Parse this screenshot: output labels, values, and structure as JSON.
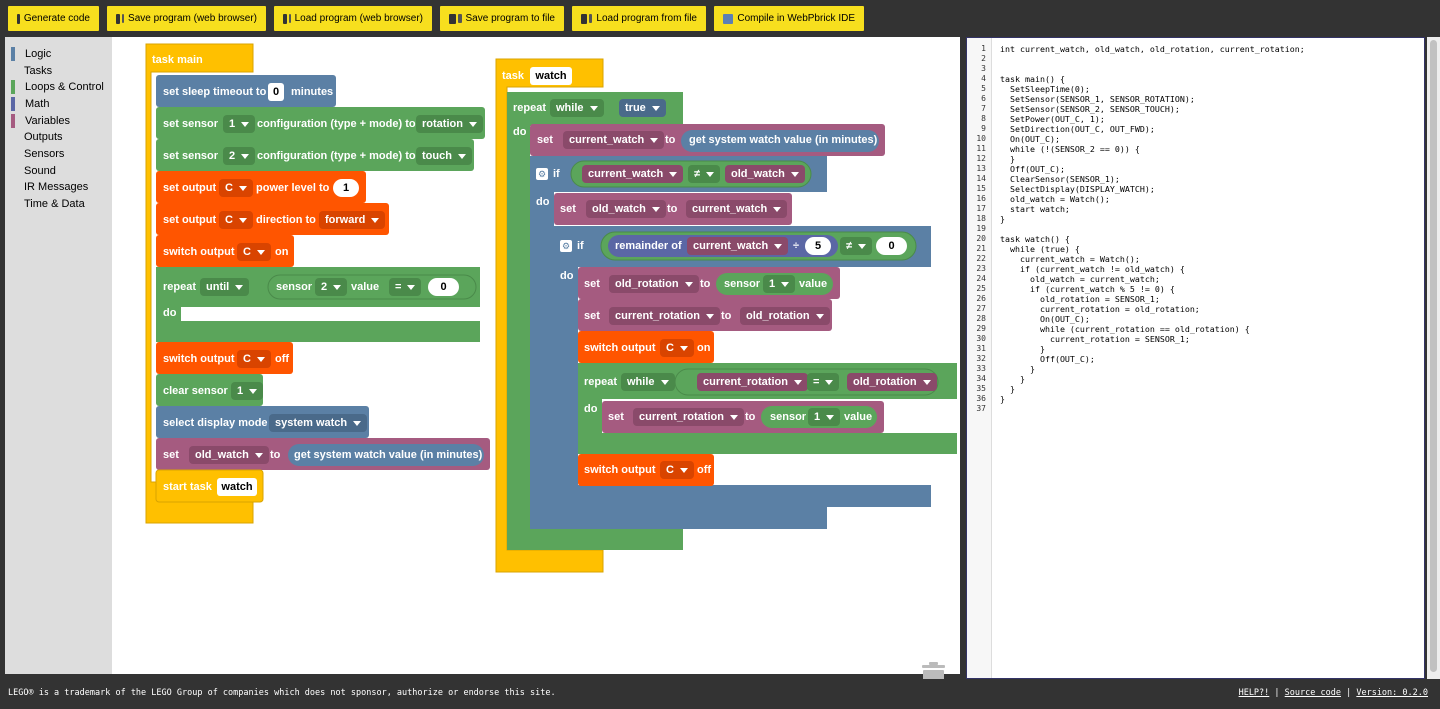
{
  "toolbar": {
    "generate": "Generate code",
    "save_web": "Save program (web browser)",
    "load_web": "Load program (web browser)",
    "save_file": "Save program to file",
    "load_file": "Load program from file",
    "compile": "Compile in WebPbrick IDE"
  },
  "toolbox": {
    "items": [
      {
        "label": "Logic",
        "color": "#5b80a5"
      },
      {
        "label": "Tasks",
        "color": ""
      },
      {
        "label": "Loops & Control",
        "color": "#5ba55b"
      },
      {
        "label": "Math",
        "color": "#5b67a5"
      },
      {
        "label": "Variables",
        "color": "#a55b80"
      },
      {
        "label": "Outputs",
        "color": ""
      },
      {
        "label": "Sensors",
        "color": ""
      },
      {
        "label": "Sound",
        "color": ""
      },
      {
        "label": "IR Messages",
        "color": ""
      },
      {
        "label": "Time & Data",
        "color": ""
      }
    ]
  },
  "blocks": {
    "task_main": "task main",
    "set_sleep": "set sleep timeout to",
    "sleep_val": "0",
    "minutes": "minutes",
    "set_sensor": "set sensor",
    "sensor1": "1",
    "sensor2": "2",
    "config_to": "configuration (type + mode) to",
    "rotation": "rotation",
    "touch": "touch",
    "set_output": "set output",
    "port_c": "C",
    "power_to": "power level to",
    "power_val": "1",
    "direction_to": "direction to",
    "forward": "forward",
    "switch_output": "switch output",
    "on": "on",
    "off": "off",
    "repeat": "repeat",
    "until": "until",
    "while": "while",
    "do": "do",
    "sensor": "sensor",
    "value": "value",
    "eq": "=",
    "neq": "≠",
    "zero": "0",
    "clear_sensor": "clear sensor",
    "select_display": "select display mode",
    "system_watch": "system watch",
    "set": "set",
    "to": "to",
    "old_watch": "old_watch",
    "current_watch": "current_watch",
    "get_watch": "get system watch value (in minutes)",
    "start_task": "start task",
    "watch": "watch",
    "task": "task",
    "true": "true",
    "if": "if",
    "remainder_of": "remainder of",
    "div": "÷",
    "five": "5",
    "old_rotation": "old_rotation",
    "current_rotation": "current_rotation"
  },
  "code": {
    "lines": [
      "int current_watch, old_watch, old_rotation, current_rotation;",
      "",
      "",
      "task main() {",
      "  SetSleepTime(0);",
      "  SetSensor(SENSOR_1, SENSOR_ROTATION);",
      "  SetSensor(SENSOR_2, SENSOR_TOUCH);",
      "  SetPower(OUT_C, 1);",
      "  SetDirection(OUT_C, OUT_FWD);",
      "  On(OUT_C);",
      "  while (!(SENSOR_2 == 0)) {",
      "  }",
      "  Off(OUT_C);",
      "  ClearSensor(SENSOR_1);",
      "  SelectDisplay(DISPLAY_WATCH);",
      "  old_watch = Watch();",
      "  start watch;",
      "}",
      "",
      "task watch() {",
      "  while (true) {",
      "    current_watch = Watch();",
      "    if (current_watch != old_watch) {",
      "      old_watch = current_watch;",
      "      if (current_watch % 5 != 0) {",
      "        old_rotation = SENSOR_1;",
      "        current_rotation = old_rotation;",
      "        On(OUT_C);",
      "        while (current_rotation == old_rotation) {",
      "          current_rotation = SENSOR_1;",
      "        }",
      "        Off(OUT_C);",
      "      }",
      "    }",
      "  }",
      "}",
      ""
    ]
  },
  "footer": {
    "note": "LEGO® is a trademark of the LEGO Group of companies which does not sponsor, authorize or endorse this site.",
    "help": "HELP?!",
    "source": "Source code",
    "version": "Version: 0.2.0",
    "sep": "|"
  }
}
